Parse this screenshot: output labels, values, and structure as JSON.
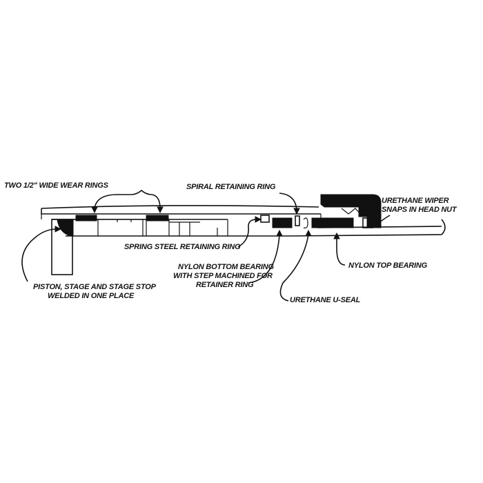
{
  "labels": {
    "wear_rings": "TWO 1/2\" WIDE WEAR RINGS",
    "spiral_ring": "SPIRAL RETAINING RING",
    "wiper_line1": "URETHANE WIPER",
    "wiper_line2": "SNAPS IN HEAD NUT",
    "spring_ring": "SPRING STEEL RETAINING RING",
    "nylon_bottom_line1": "NYLON BOTTOM BEARING",
    "nylon_bottom_line2": "WITH STEP MACHINED FOR",
    "nylon_bottom_line3": "RETAINER RING",
    "nylon_top": "NYLON TOP BEARING",
    "piston_line1": "PISTON, STAGE AND STAGE STOP",
    "piston_line2": "WELDED IN ONE PLACE",
    "useal": "URETHANE U-SEAL"
  },
  "colors": {
    "ink": "#111111",
    "paper": "#ffffff"
  }
}
